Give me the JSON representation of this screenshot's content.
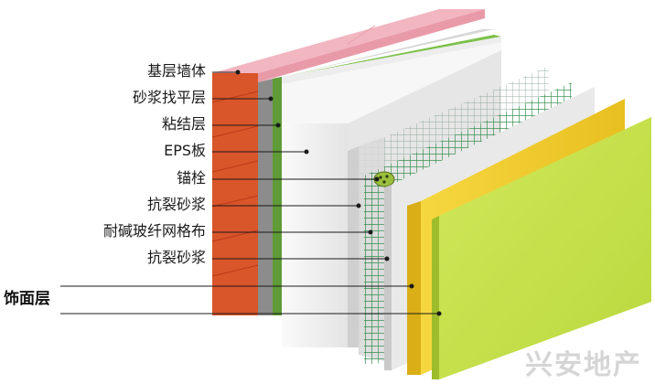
{
  "labels": {
    "base_wall": "基层墙体",
    "leveling_mortar": "砂浆找平层",
    "adhesive_layer": "粘结层",
    "eps_board": "EPS板",
    "anchor": "锚栓",
    "anti_crack_mortar_1": "抗裂砂浆",
    "fiberglass_mesh": "耐碱玻纤网格布",
    "anti_crack_mortar_2": "抗裂砂浆",
    "finish_layer": "饰面层"
  },
  "watermark": "兴安地产",
  "colors": {
    "wall": "#d9552a",
    "wall_top": "#f2b6c1",
    "leveling": "#8c8c8c",
    "adhesive": "#7cc14a",
    "eps": "#f1f1f1",
    "mesh": "#2e8b4a",
    "finish_yellow": "#f2cd2a",
    "finish_green": "#c6e04a"
  }
}
